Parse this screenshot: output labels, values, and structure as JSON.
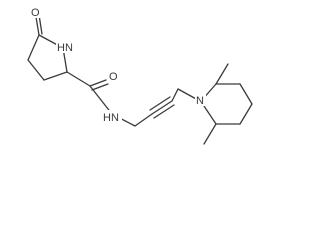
{
  "molecule": {
    "labels": {
      "carbonyl_oxygen_ring": "O",
      "ring_nitrogen": "HN",
      "amide_oxygen": "O",
      "amide_nitrogen": "HN",
      "piperidine_nitrogen": "N"
    }
  },
  "colors": {
    "bond": "#3a3a3a",
    "label": "#3a3a3a",
    "background": "#ffffff"
  }
}
